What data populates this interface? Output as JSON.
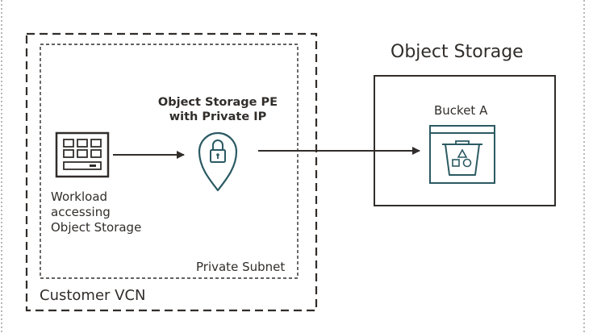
{
  "diagram": {
    "customer_vcn": {
      "label": "Customer VCN"
    },
    "private_subnet": {
      "label": "Private Subnet"
    },
    "workload": {
      "label_lines": [
        "Workload",
        "accessing",
        "Object Storage"
      ],
      "icon": "server-icon"
    },
    "private_endpoint": {
      "label_lines": [
        "Object Storage PE",
        "with Private IP"
      ],
      "icon": "map-pin-lock-icon"
    },
    "object_storage": {
      "label": "Object Storage",
      "bucket": {
        "label": "Bucket A",
        "icon": "bucket-icon"
      }
    },
    "colors": {
      "line": "#312d2a",
      "icon_teal": "#2b5a63",
      "text": "#312d2a"
    }
  }
}
